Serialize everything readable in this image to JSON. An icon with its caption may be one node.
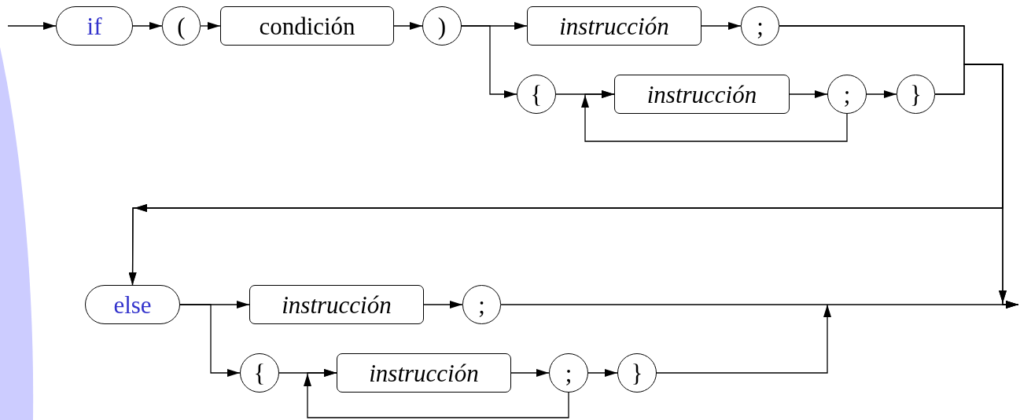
{
  "diagram": {
    "nodes": [
      {
        "text": [
          "if"
        ]
      },
      {
        "text": [
          "("
        ]
      },
      {
        "text": [
          "condición"
        ]
      },
      {
        "text": [
          ")"
        ]
      },
      {
        "text": [
          "instrucción"
        ]
      },
      {
        "text": [
          ";"
        ]
      },
      {
        "text": [
          "{"
        ]
      },
      {
        "text": [
          "instrucción"
        ]
      },
      {
        "text": [
          ";"
        ]
      },
      {
        "text": [
          "}"
        ]
      },
      {
        "text": [
          "else"
        ]
      },
      {
        "text": [
          "instrucción"
        ]
      },
      {
        "text": [
          ";"
        ]
      },
      {
        "text": [
          "{"
        ]
      },
      {
        "text": [
          "instrucción"
        ]
      },
      {
        "text": [
          ";"
        ]
      },
      {
        "text": [
          "}"
        ]
      }
    ],
    "edges": [
      {
        "from": null,
        "to": 0,
        "arrow": "to"
      },
      {
        "from": 0,
        "to": 1,
        "arrow": "to"
      },
      {
        "from": 1,
        "to": 2,
        "arrow": "to"
      },
      {
        "from": 2,
        "to": 3,
        "arrow": "to"
      },
      {
        "from": 3,
        "to": 4,
        "arrow": "to"
      },
      {
        "from": 3,
        "to": 6,
        "arrow": "to"
      },
      {
        "from": 4,
        "to": 5,
        "arrow": "to"
      },
      {
        "from": 6,
        "to": 7,
        "arrow": "to"
      },
      {
        "from": 7,
        "to": 8,
        "arrow": "to"
      },
      {
        "from": 8,
        "to": 9,
        "arrow": "to"
      },
      {
        "from": 8,
        "to": 7,
        "arrow": "to"
      },
      {
        "from": 5,
        "to": 10,
        "arrow": "to"
      },
      {
        "from": 9,
        "to": 10,
        "arrow": "to"
      },
      {
        "from": 5,
        "to": null,
        "arrow": "to"
      },
      {
        "from": 9,
        "to": null,
        "arrow": "to"
      },
      {
        "from": 10,
        "to": 11,
        "arrow": "to"
      },
      {
        "from": 10,
        "to": 13,
        "arrow": "to"
      },
      {
        "from": 11,
        "to": 12,
        "arrow": "to"
      },
      {
        "from": 12,
        "to": null,
        "arrow": "to"
      },
      {
        "from": 13,
        "to": 14,
        "arrow": "to"
      },
      {
        "from": 14,
        "to": 15,
        "arrow": "to"
      },
      {
        "from": 15,
        "to": 16,
        "arrow": "to"
      },
      {
        "from": 15,
        "to": 14,
        "arrow": "to"
      },
      {
        "from": 16,
        "to": null,
        "arrow": "to"
      }
    ]
  }
}
